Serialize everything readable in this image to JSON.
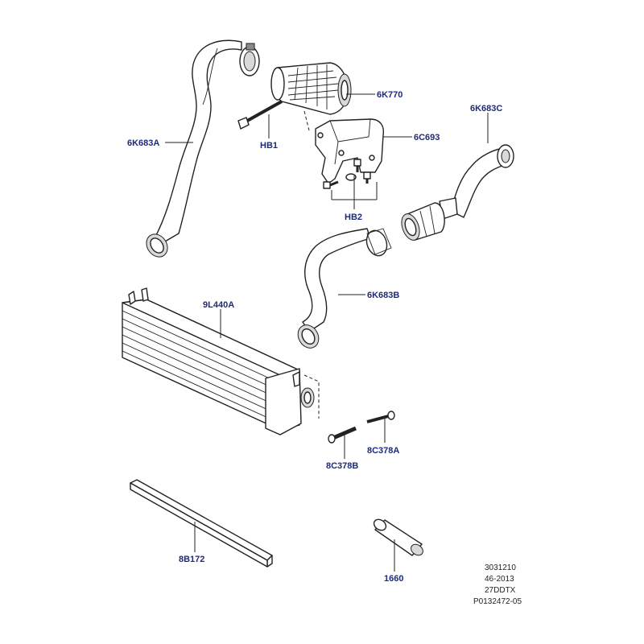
{
  "labels": {
    "p6K770": "6K770",
    "p6K683A": "6K683A",
    "pHB1": "HB1",
    "p6C693": "6C693",
    "p6K683C": "6K683C",
    "pHB2": "HB2",
    "p6K683B": "6K683B",
    "p9L440A": "9L440A",
    "p8C378A": "8C378A",
    "p8C378B": "8C378B",
    "p8B172": "8B172",
    "p1660": "1660"
  },
  "reference": {
    "line1": "3031210",
    "line2": "46-2013",
    "line3": "27DDTX",
    "line4": "P0132472-05"
  },
  "colors": {
    "label": "#1e2a7a",
    "line": "#222222",
    "background": "#ffffff"
  }
}
